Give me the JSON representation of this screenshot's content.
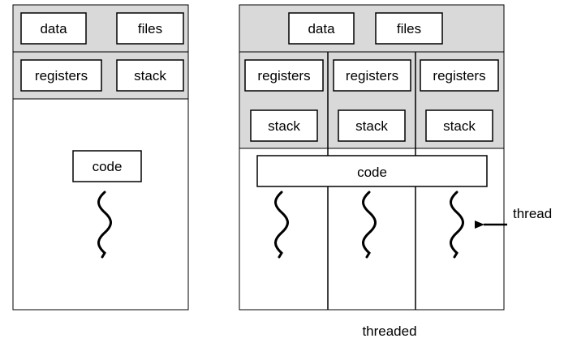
{
  "colors": {
    "region_fill": "#d9d9d9",
    "box_fill": "#ffffff",
    "stroke": "#000000"
  },
  "single_process": {
    "shared_boxes": [
      "data",
      "files"
    ],
    "thread_boxes": [
      "registers",
      "stack"
    ],
    "code_label": "code",
    "thread_count": 1
  },
  "multi_process": {
    "shared_boxes": [
      "data",
      "files"
    ],
    "threads": [
      {
        "registers_label": "registers",
        "stack_label": "stack"
      },
      {
        "registers_label": "registers",
        "stack_label": "stack"
      },
      {
        "registers_label": "registers",
        "stack_label": "stack"
      }
    ],
    "code_label": "code",
    "pointer_label": "thread",
    "caption": "threaded"
  }
}
